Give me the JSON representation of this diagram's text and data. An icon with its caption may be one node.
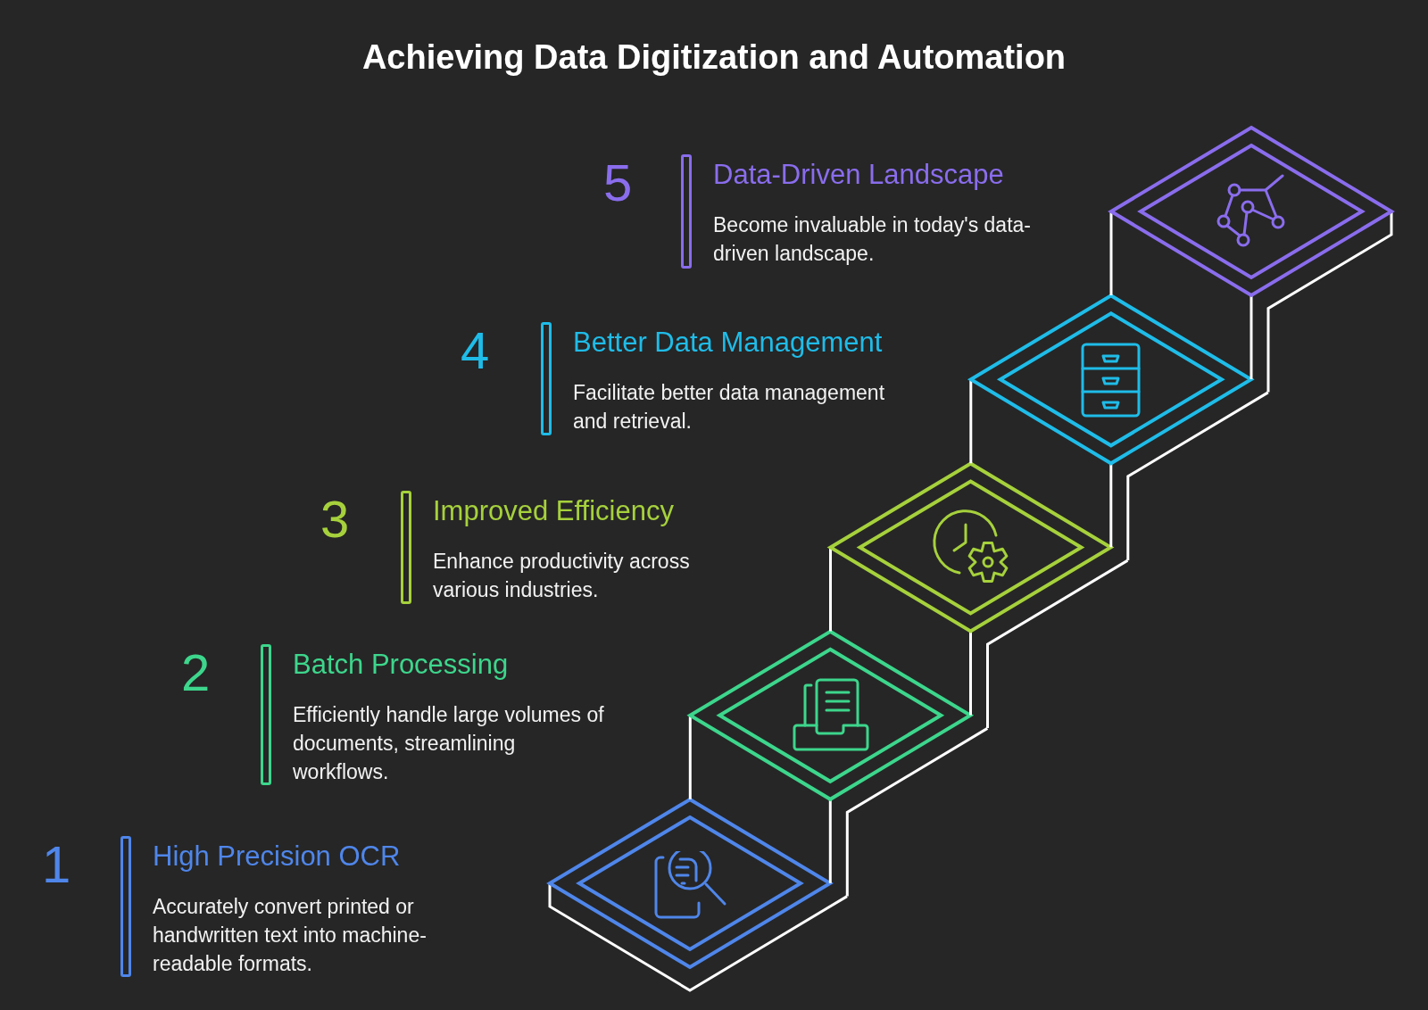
{
  "diagram": {
    "title": "Achieving Data Digitization and Automation",
    "nodes": [
      {
        "text": [
          "High Precision OCR",
          "Accurately convert printed or handwritten text into machine-readable formats."
        ],
        "beside": [
          "1"
        ]
      },
      {
        "text": [
          "Batch Processing",
          "Efficiently handle large volumes of documents, streamlining workflows."
        ],
        "beside": [
          "2"
        ]
      },
      {
        "text": [
          "Improved Efficiency",
          "Enhance productivity across various industries."
        ],
        "beside": [
          "3"
        ]
      },
      {
        "text": [
          "Better Data Management",
          "Facilitate better data management and retrieval."
        ],
        "beside": [
          "4"
        ]
      },
      {
        "text": [
          "Data-Driven Landscape",
          "Become invaluable in today's data-driven landscape."
        ],
        "beside": [
          "5"
        ]
      }
    ]
  }
}
